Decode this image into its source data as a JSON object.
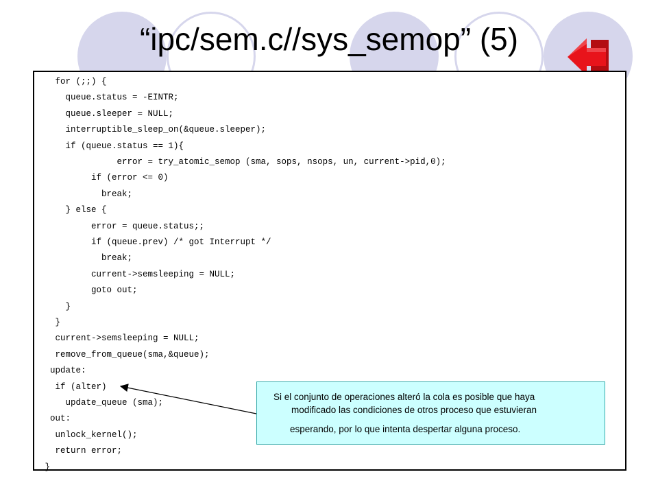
{
  "slide": {
    "title": "“ipc/sem.c//sys_semop” (5)"
  },
  "icons": {
    "back": "back-arrow-icon",
    "back_color": "#e8141b"
  },
  "colors": {
    "circle": "#d6d6ec",
    "note_bg": "#ccffff"
  },
  "code": {
    "lines": [
      "   for (;;) {",
      "     queue.status = -EINTR;",
      "     queue.sleeper = NULL;",
      "     interruptible_sleep_on(&queue.sleeper);",
      "     if (queue.status == 1){",
      "               error = try_atomic_semop (sma, sops, nsops, un, current->pid,0);",
      "          if (error <= 0)",
      "            break;",
      "     } else {",
      "          error = queue.status;;",
      "          if (queue.prev) /* got Interrupt */",
      "            break;",
      "          current->semsleeping = NULL;",
      "          goto out;",
      "     }",
      "   }",
      "   current->semsleeping = NULL;",
      "   remove_from_queue(sma,&queue);",
      "  update:",
      "   if (alter)",
      "     update_queue (sma);",
      "  out:",
      "   unlock_kernel();",
      "   return error;",
      " }"
    ]
  },
  "note": {
    "line1": "Si el conjunto de operaciones alteró la cola es posible que haya",
    "line2": "modificado las condiciones de otros proceso que estuvieran",
    "line3": "esperando, por  lo que intenta despertar alguna proceso."
  }
}
